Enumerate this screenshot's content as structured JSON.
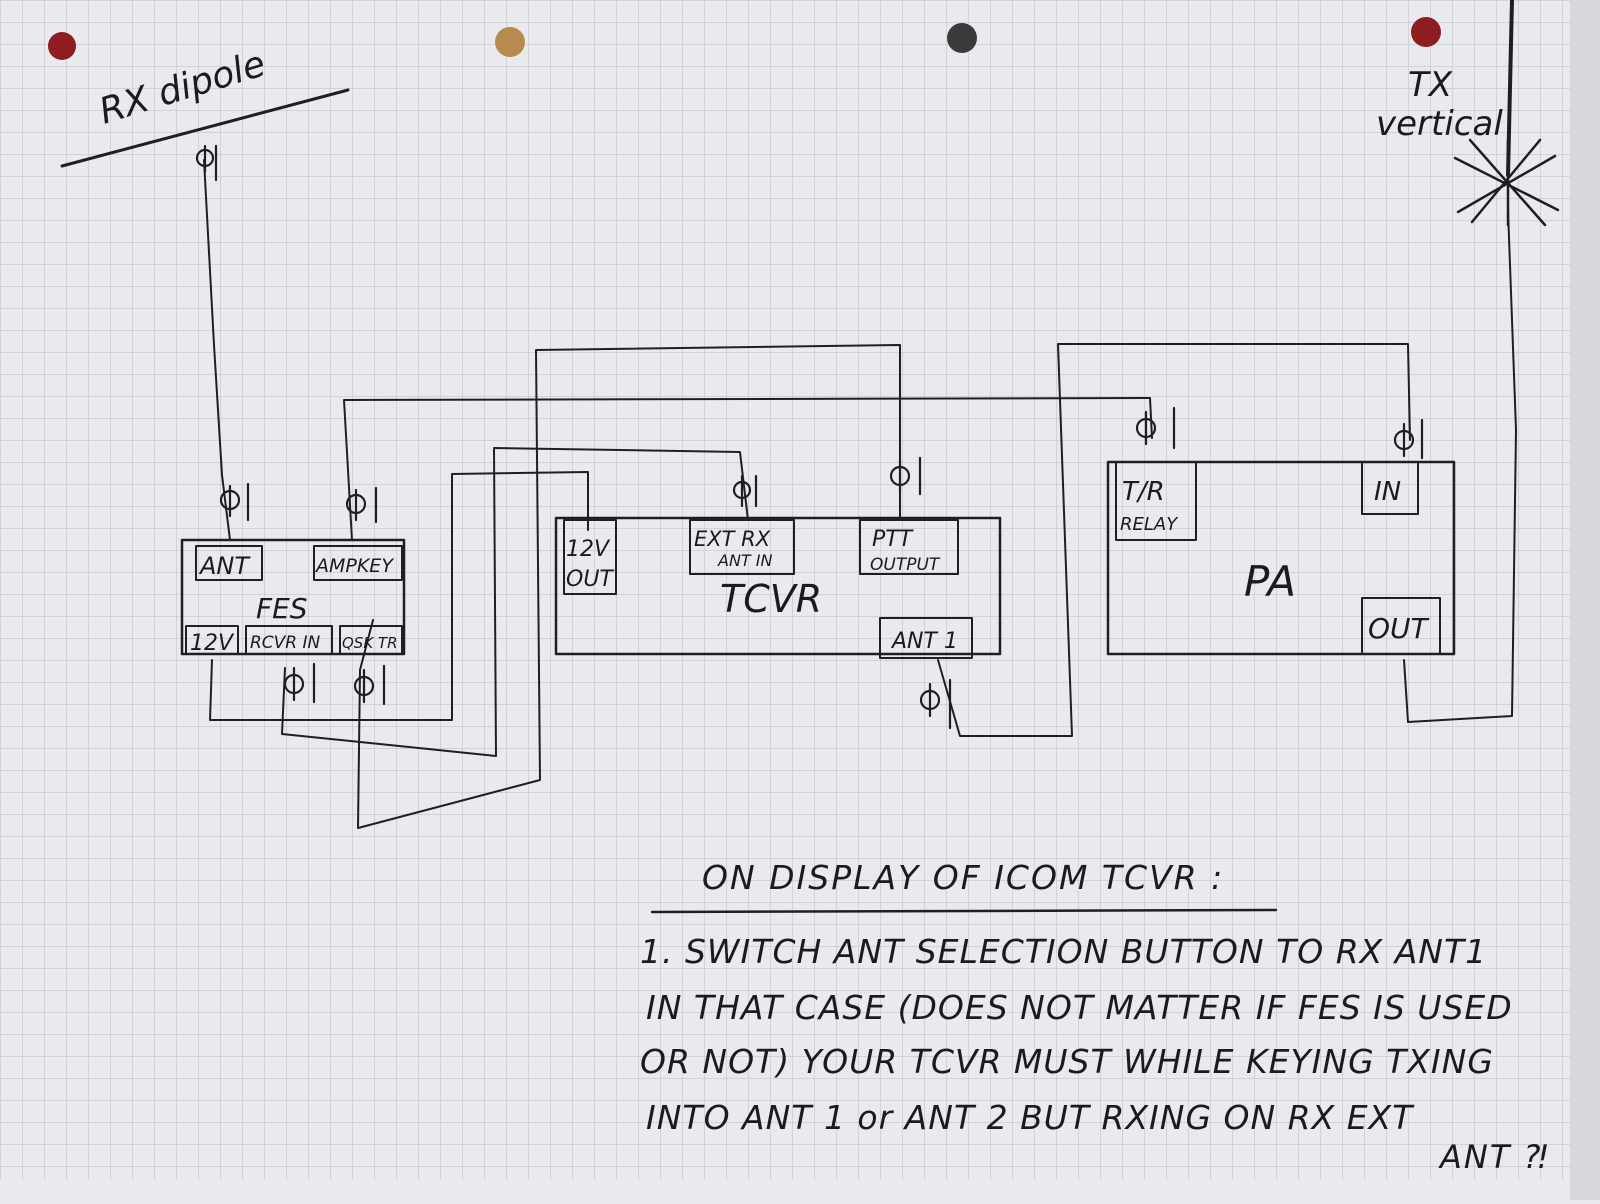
{
  "antennas": {
    "rx": "RX dipole",
    "tx_line1": "TX",
    "tx_line2": "vertical"
  },
  "fes": {
    "title": "FES",
    "port_ant": "ANT",
    "port_ampkey": "AMPKEY",
    "port_12v": "12V",
    "port_rcvr_in": "RCVR IN",
    "port_qsk": "QSK TR"
  },
  "tcvr": {
    "title": "TCVR",
    "port_12v_l1": "12V",
    "port_12v_l2": "OUT",
    "port_ext_l1": "EXT RX",
    "port_ext_l2": "ANT IN",
    "port_ptt_l1": "PTT",
    "port_ptt_l2": "OUTPUT",
    "port_ant1": "ANT 1"
  },
  "pa": {
    "title": "PA",
    "port_tr_l1": "T/R",
    "port_tr_l2": "RELAY",
    "port_in": "IN",
    "port_out": "OUT"
  },
  "notes": {
    "heading": "ON DISPLAY OF ICOM TCVR :",
    "line1": "1. SWITCH   ANT SELECTION BUTTON  TO  RX ANT1",
    "line2": "IN THAT CASE (DOES NOT MATTER IF FES IS USED",
    "line3": "OR NOT) YOUR  TCVR MUST WHILE KEYING TXING",
    "line4": "INTO  ANT 1 or ANT 2   BUT RXING  ON  RX EXT",
    "line5": "ANT ⁈"
  },
  "colors": {
    "paper": "#e9eaee",
    "grid": "#b9bcc4",
    "ink": "#1f1f22",
    "hole_red": "#8e1c20",
    "hole_tan": "#b98a4e",
    "hole_dark": "#3a3a3a"
  }
}
